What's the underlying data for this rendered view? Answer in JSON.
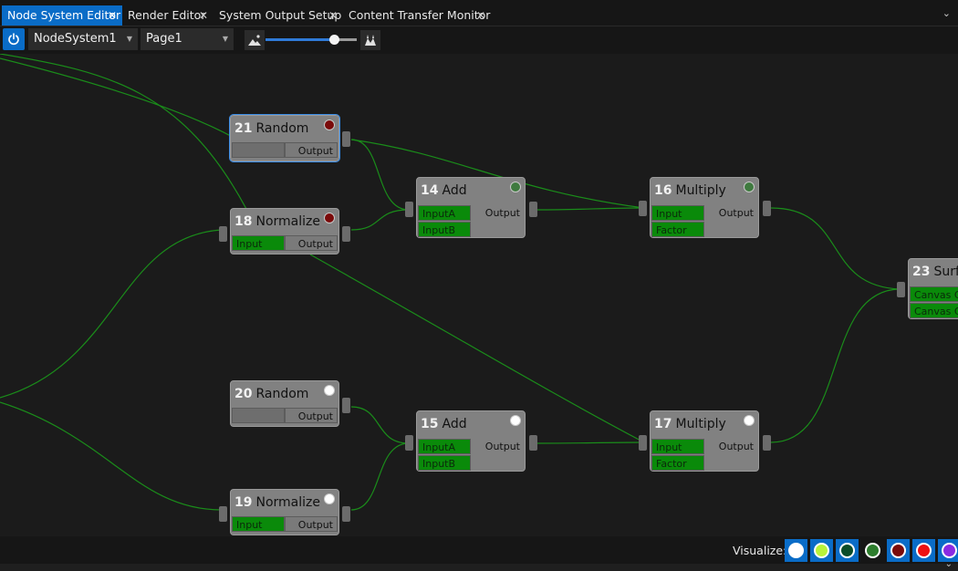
{
  "tabs": [
    {
      "label": "Node System Editor",
      "active": true
    },
    {
      "label": "Render Editor",
      "active": false
    },
    {
      "label": "System Output Setup",
      "active": false
    },
    {
      "label": "Content Transfer Monitor",
      "active": false
    }
  ],
  "toolbar": {
    "system_select": "NodeSystem1",
    "page_select": "Page1",
    "zoom_level": 0.75
  },
  "nodes": [
    {
      "id": "21",
      "title": "Random",
      "status": "#7a0a0a",
      "inputs": [
        ""
      ],
      "output": "Output"
    },
    {
      "id": "18",
      "title": "Normalize",
      "status": "#7a0a0a",
      "inputs": [
        "Input"
      ],
      "output": "Output"
    },
    {
      "id": "14",
      "title": "Add",
      "status": "#3f7a3f",
      "inputs": [
        "InputA",
        "InputB"
      ],
      "output": "Output"
    },
    {
      "id": "16",
      "title": "Multiply",
      "status": "#3f7a3f",
      "inputs": [
        "Input",
        "Factor"
      ],
      "output": "Output"
    },
    {
      "id": "23",
      "title": "Surfa",
      "status": "",
      "inputs": [
        "Canvas C",
        "Canvas C"
      ],
      "output": ""
    },
    {
      "id": "20",
      "title": "Random",
      "status": "#ffffff",
      "inputs": [
        ""
      ],
      "output": "Output"
    },
    {
      "id": "15",
      "title": "Add",
      "status": "#ffffff",
      "inputs": [
        "InputA",
        "InputB"
      ],
      "output": "Output"
    },
    {
      "id": "17",
      "title": "Multiply",
      "status": "#ffffff",
      "inputs": [
        "Input",
        "Factor"
      ],
      "output": "Output"
    },
    {
      "id": "19",
      "title": "Normalize",
      "status": "#ffffff",
      "inputs": [
        "Input"
      ],
      "output": "Output"
    }
  ],
  "visualize": {
    "label": "Visualize:",
    "options": [
      {
        "name": "white",
        "color": "#ffffff",
        "selected": true
      },
      {
        "name": "yellow-green",
        "color": "#b8f23a",
        "selected": true
      },
      {
        "name": "dark-green",
        "color": "#0b4d2a",
        "selected": true
      },
      {
        "name": "green",
        "color": "#2d7d2d",
        "selected": false
      },
      {
        "name": "dark-red",
        "color": "#7a0a0a",
        "selected": true
      },
      {
        "name": "red",
        "color": "#ee1111",
        "selected": true
      },
      {
        "name": "purple",
        "color": "#8a2be2",
        "selected": true
      }
    ]
  },
  "colors": {
    "accent": "#0a6cc7",
    "wire": "#1a8c1a",
    "pin_active": "#0a8a0a"
  }
}
